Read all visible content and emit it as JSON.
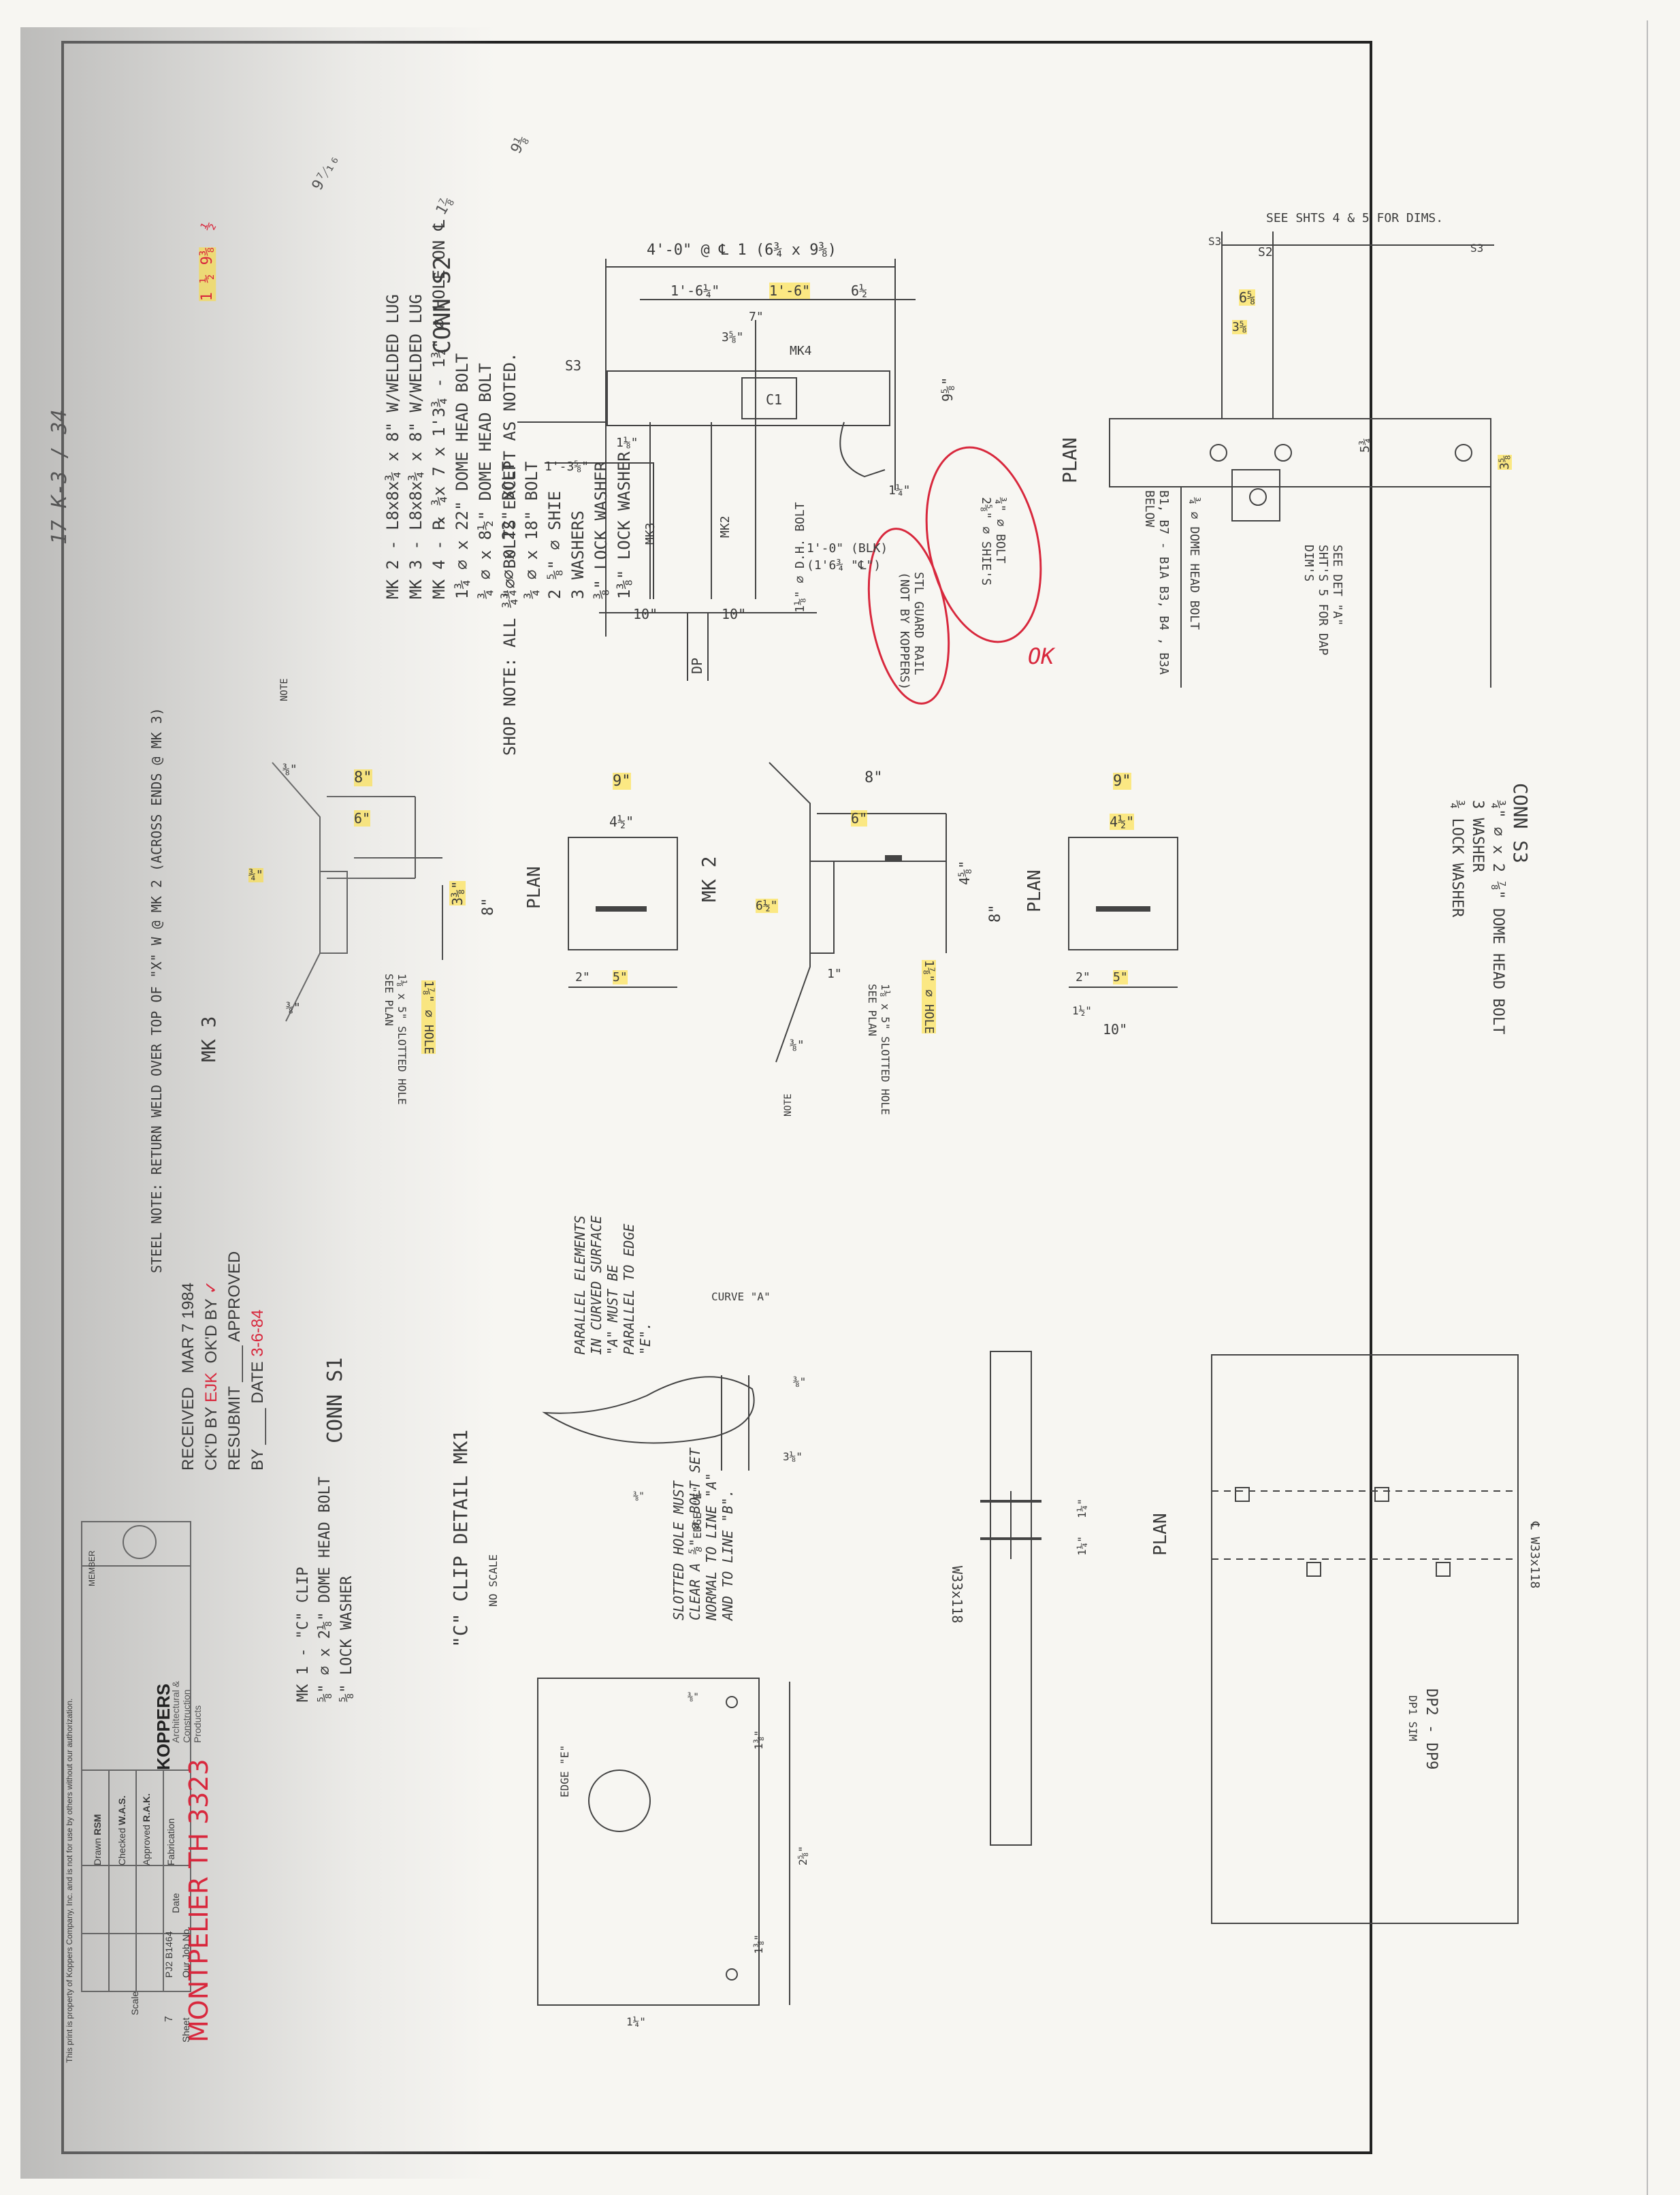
{
  "colors": {
    "paper": "#f7f6f2",
    "ink": "#3b3b3b",
    "highlight": "#ffdc28",
    "red_markup": "#d8283d",
    "border": "#222222"
  },
  "conn_s2": {
    "title": "CONN S2",
    "items": [
      "MK 2 - L8x8x¾ x 8\" W/WELDED LUG",
      "MK 3 - L8x8x¾ x 8\" W/WELDED LUG",
      "MK 4 - ℞ ¾x 7 x 1'3¾ - 1¾\" ⌀ HOLE ON ℄",
      "1¾ ⌀ x 22\" DOME HEAD BOLT",
      "¾ ⌀ x 8½\" DOME HEAD BOLT",
      "¾ ⌀ x 22\" BOLT",
      "¾ ⌀ x 18\" BOLT",
      "2 ⅝\" ⌀ SHIE",
      "3 WASHERS",
      "⅜\" LOCK WASHER",
      "1⅜\" LOCK WASHER"
    ]
  },
  "shop_note": "SHOP NOTE: ALL ¾\"⌀ BOLTS EXCEPT AS NOTED.",
  "elevation": {
    "top_dim": "4'-0\" @ ℄ 1 (6¾ x 9⅜)",
    "dims": [
      "1'-6¼\"",
      "1'-6\"",
      "6½",
      "7\"",
      "3⅝\"",
      "9⅝\"",
      "1⅛\"",
      "1'-3⅝\"",
      "1¼\"",
      "10\"",
      "10\""
    ],
    "labels": [
      "S3",
      "MK4",
      "C1",
      "MK3",
      "MK2",
      "DP",
      "1⅛\" ⌀ D.H. BOLT",
      "1'-0\" (BLK)",
      "(1'6¾ \"℄\")"
    ],
    "callout_1": "¾\" ⌀ BOLT 2⅝\" ⌀ SHIE'S",
    "callout_2": "STL GUARD RAIL (NOT BY KOPPERS)",
    "ok": "OK"
  },
  "plan_top": {
    "label": "PLAN",
    "header": "SEE SHTS 4 & 5 FOR DIMS.",
    "marks": [
      "S3",
      "S2",
      "S3"
    ],
    "dims": [
      "6⅝",
      "3⅝",
      "5¾",
      "3⅝"
    ],
    "callout_bolt": "¾ ⌀ DOME HEAD BOLT",
    "callout_sheets": "B1, B7 - B1A B3, B4 , B3A BELOW",
    "callout_detail": "SEE DET \"A\" SHT'S 5 FOR DAP DIM'S"
  },
  "conn_s3": {
    "title": "CONN S3",
    "items": [
      "¾\" ⌀ x 2 ⅞\" DOME HEAD BOLT",
      "3 WASHER",
      "¾ LOCK WASHER"
    ]
  },
  "mk3": {
    "title": "MK 3",
    "dims": [
      "8\"",
      "6\"",
      "3⅜\"",
      "8\"",
      "⅜\"",
      "¾\"",
      "⅜\""
    ],
    "callouts": [
      "1⅞\" ⌀ HOLE",
      "1⅛ x 5\" SLOTTED HOLE SEE PLAN"
    ],
    "note": "NOTE",
    "steel_note": "STEEL NOTE: RETURN WELD OVER TOP OF \"X\" W @ MK 2 (ACROSS ENDS @ MK 3)"
  },
  "mk3_plan": {
    "label": "PLAN",
    "dims": [
      "9\"",
      "4½\"",
      "2\"",
      "5\""
    ]
  },
  "mk2": {
    "title": "MK 2",
    "dims": [
      "8\"",
      "6\"",
      "4⅝\"",
      "8\"",
      "6½\"",
      "1\"",
      "⅜\""
    ],
    "callouts": [
      "1⅞\" ⌀ HOLE",
      "1⅛ x 5\" SLOTTED HOLE SEE PLAN"
    ],
    "note": "NOTE"
  },
  "mk2_plan": {
    "label": "PLAN",
    "dims": [
      "9\"",
      "4½\"",
      "2\"",
      "5\"",
      "1½\"",
      "10\""
    ]
  },
  "receipt": {
    "received_label": "RECEIVED",
    "received_date": "MAR 7 1984",
    "ckd_by_label": "CK'D BY",
    "ckd_by": "EJK",
    "okd_by_label": "OK'D BY",
    "okd_by": "✓",
    "resubmit_label": "RESUBMIT",
    "approved_label": "APPROVED",
    "by_label": "BY",
    "date_label": "DATE",
    "date": "3-6-84"
  },
  "conn_s1": {
    "title": "CONN S1",
    "items": [
      "MK 1 - \"C\" CLIP",
      "⅝\" ⌀ x 2⅛\" DOME HEAD BOLT",
      "⅝\" LOCK WASHER"
    ]
  },
  "c_clip": {
    "title": "\"C\" CLIP DETAIL MK1",
    "scale": "NO SCALE",
    "note_parallel": "PARALLEL ELEMENTS IN CURVED SURFACE \"A\" MUST BE PARALLEL TO EDGE \"E\".",
    "note_slotted": "SLOTTED HOLE MUST CLEAR A ⅝\" ⌀ BOLT SET NORMAL TO LINE \"A\" AND TO LINE \"B\".",
    "labels": [
      "CURVE \"A\"",
      "EDGE \"E\"",
      "EDGE \"E\""
    ],
    "dims": [
      "⅜\"",
      "3⅛\"",
      "⅜\"",
      "⅜\"",
      "2⅝\"",
      "1⅜\"",
      "1⅜\"",
      "1¼\""
    ]
  },
  "w_section": {
    "label": "W33x118",
    "dims": [
      "1¼\"",
      "1¼\""
    ]
  },
  "plan_bottom": {
    "label": "PLAN",
    "beam": "℄ W33x118",
    "marks": "DP2 - DP9",
    "sub": "DP1 SIM"
  },
  "title_block": {
    "company": "KOPPERS",
    "division": "Architectural & Construction Products",
    "member": "MEMBER",
    "project": "MONTPELIER TH 3323",
    "rows": [
      {
        "label": "Drawn",
        "value": "RSM"
      },
      {
        "label": "Checked",
        "value": "W.A.S."
      },
      {
        "label": "Approved",
        "value": "R.A.K."
      },
      {
        "label": "Fabrication",
        "value": ""
      }
    ],
    "date_header": "Date",
    "order_header": "Our Job No.",
    "order_no": "PJ2 B1464",
    "sheet_header": "Sheet",
    "sheet": "7",
    "scale_header": "Scale",
    "footer": "This print is property of Koppers Company, Inc. and is not for use by others without our authorization."
  },
  "sheet_ref": "17 K-3 / 34",
  "margin_marks": [
    "9⅛",
    "9⁷⁄₁₆",
    "1⅞",
    "½",
    "1 ½ 9⅜"
  ]
}
